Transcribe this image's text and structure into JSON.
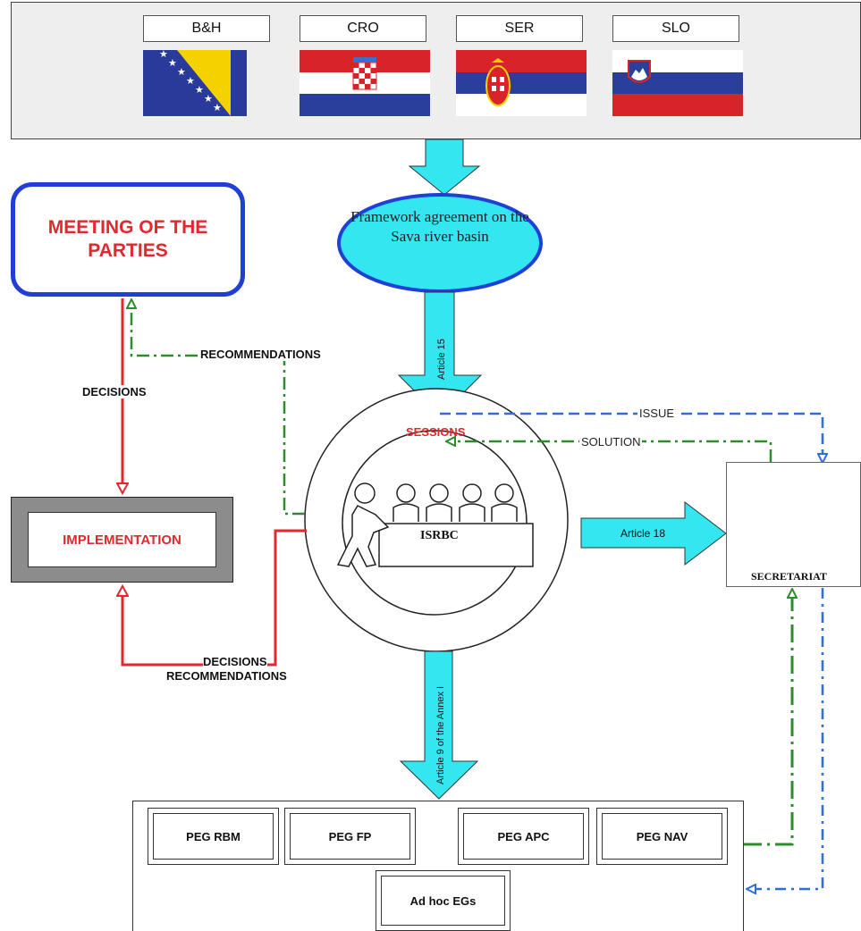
{
  "countries": [
    {
      "code": "B&H"
    },
    {
      "code": "CRO"
    },
    {
      "code": "SER"
    },
    {
      "code": "SLO"
    }
  ],
  "colors": {
    "red_text": "#e0282e",
    "blue_border": "#1f3fd6",
    "cyan_fill": "#33e6f0",
    "green_dash": "#2e8b2e",
    "blue_dash": "#2d6fd8",
    "red_line": "#e0282e"
  },
  "meeting_of_parties": "MEETING OF THE PARTIES",
  "implementation": "IMPLEMENTATION",
  "framework": "Framework agreement on the Sava river basin",
  "sessions": "SESSIONS",
  "isrbc": "ISRBC",
  "secretariat": "SECRETARIAT",
  "arrows": {
    "article15": "Article 15",
    "article18": "Article 18",
    "article9": "Article 9 of the Annex I"
  },
  "labels": {
    "recommendations": "RECOMMENDATIONS",
    "decisions": "DECISIONS",
    "decisions2": "DECISIONS",
    "recommendations2": "RECOMMENDATIONS",
    "issue": "ISSUE",
    "solution": "SOLUTION"
  },
  "pegs": [
    "PEG RBM",
    "PEG FP",
    "PEG APC",
    "PEG NAV"
  ],
  "adhoc": "Ad hoc EGs"
}
